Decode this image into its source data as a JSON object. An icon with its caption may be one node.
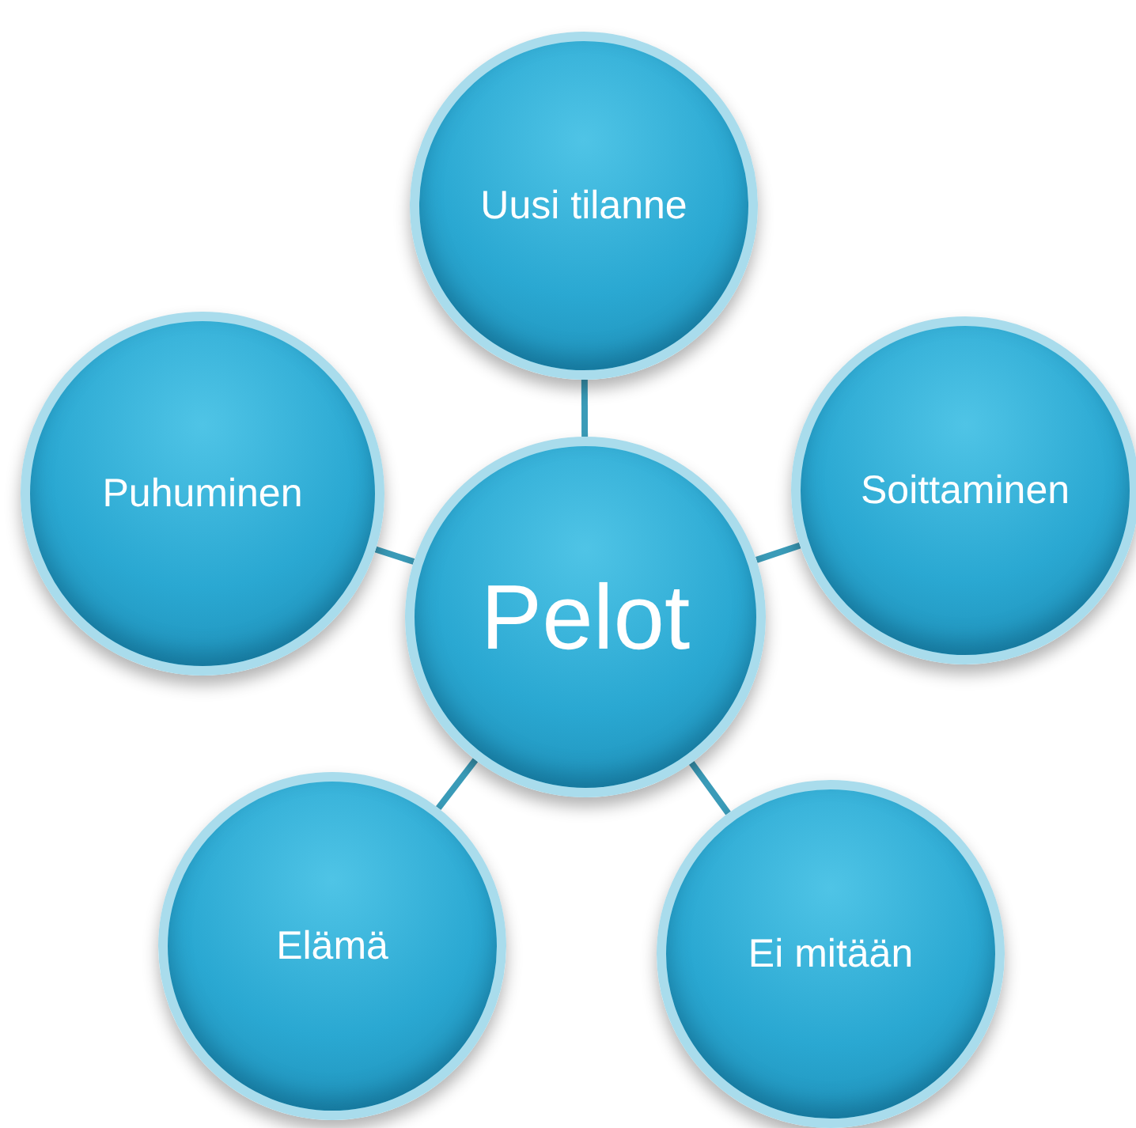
{
  "diagram": {
    "nodes": [
      {
        "text": [
          "Uusi tilanne"
        ]
      },
      {
        "text": [
          "Puhuminen"
        ]
      },
      {
        "text": [
          "Soittaminen"
        ]
      },
      {
        "text": [
          "Pelot"
        ]
      },
      {
        "text": [
          "Elämä"
        ]
      },
      {
        "text": [
          "Ei mitään"
        ]
      }
    ],
    "edges": [
      {
        "from": 3,
        "to": 0,
        "arrow": "none"
      },
      {
        "from": 3,
        "to": 1,
        "arrow": "none"
      },
      {
        "from": 3,
        "to": 2,
        "arrow": "none"
      },
      {
        "from": 3,
        "to": 4,
        "arrow": "none"
      },
      {
        "from": 3,
        "to": 5,
        "arrow": "none"
      }
    ]
  }
}
